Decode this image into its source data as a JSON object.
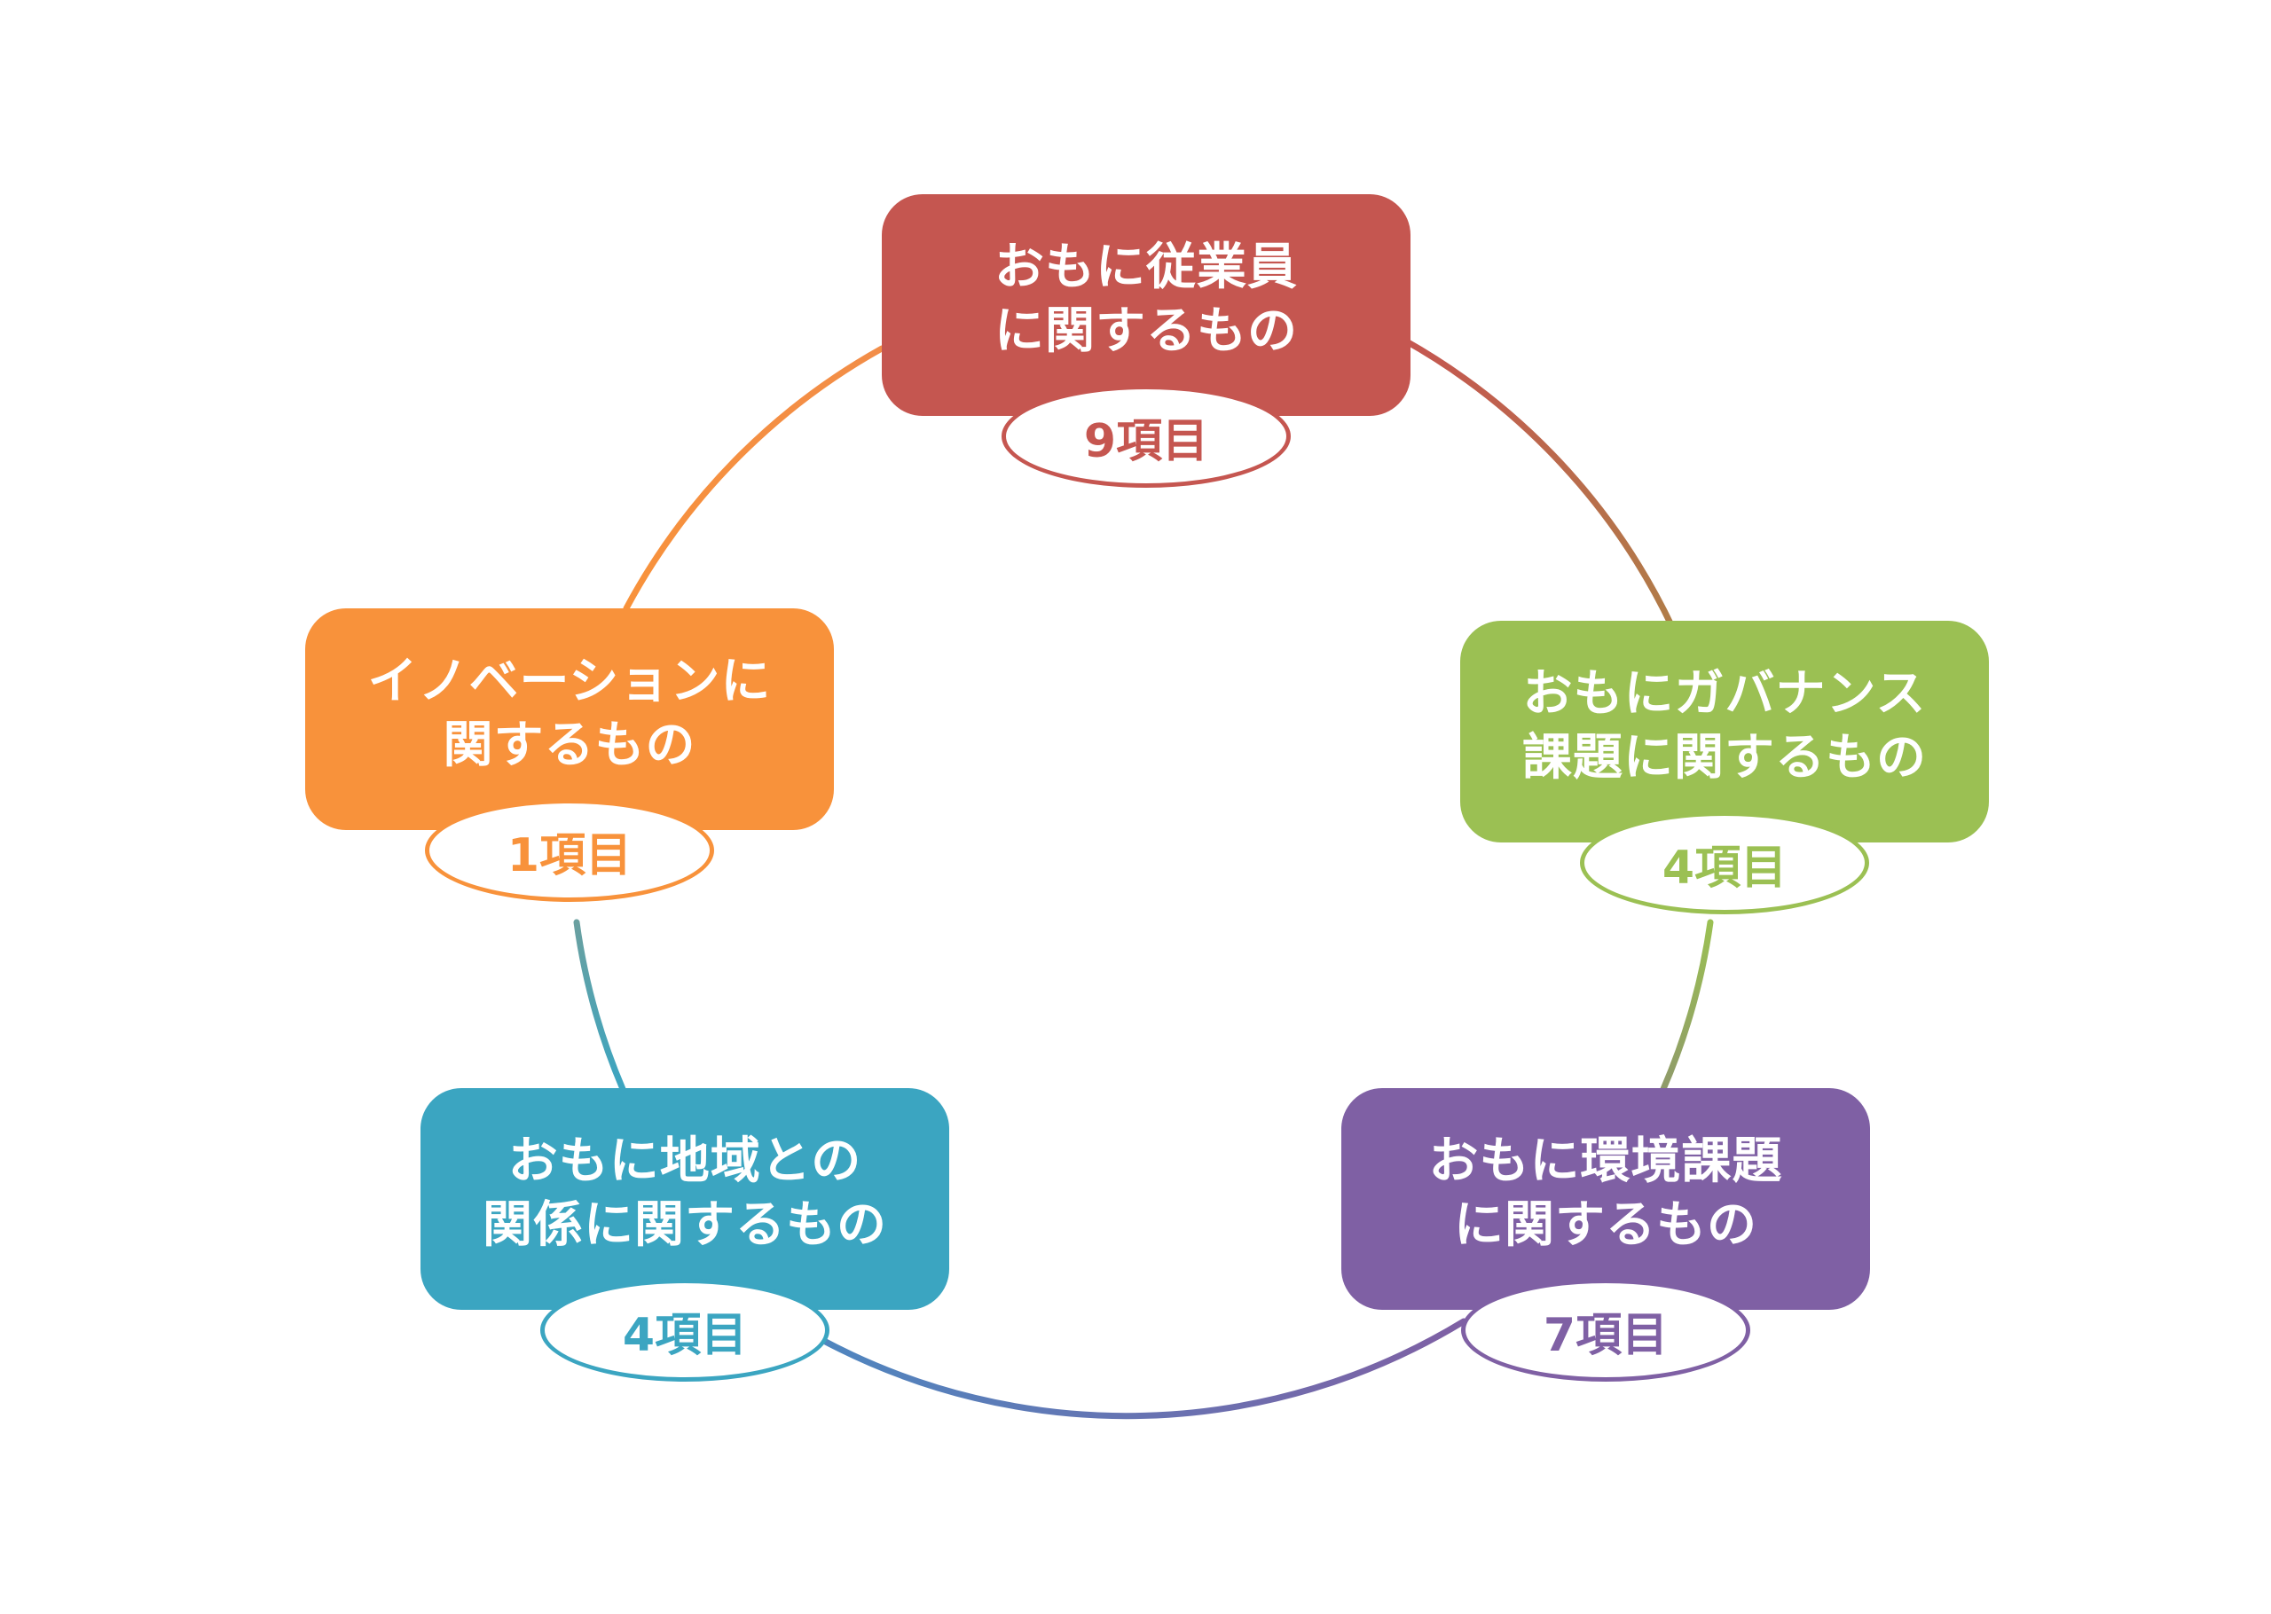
{
  "nodes": [
    {
      "line1": "おもに従業員",
      "line2": "に関するもの",
      "count": "9項目",
      "color": "#c55650"
    },
    {
      "line1": "おもにガバナンス",
      "line2": "課題に関するもの",
      "count": "4項目",
      "color": "#9bc053"
    },
    {
      "line1": "おもに環境課題",
      "line2": "に関するもの",
      "count": "7項目",
      "color": "#7f60a4"
    },
    {
      "line1": "おもに地域との",
      "line2": "関係に関するもの",
      "count": "4項目",
      "color": "#3ba5c1"
    },
    {
      "line1": "イノベーションに",
      "line2": "関するもの",
      "count": "1項目",
      "color": "#f8923b"
    }
  ]
}
